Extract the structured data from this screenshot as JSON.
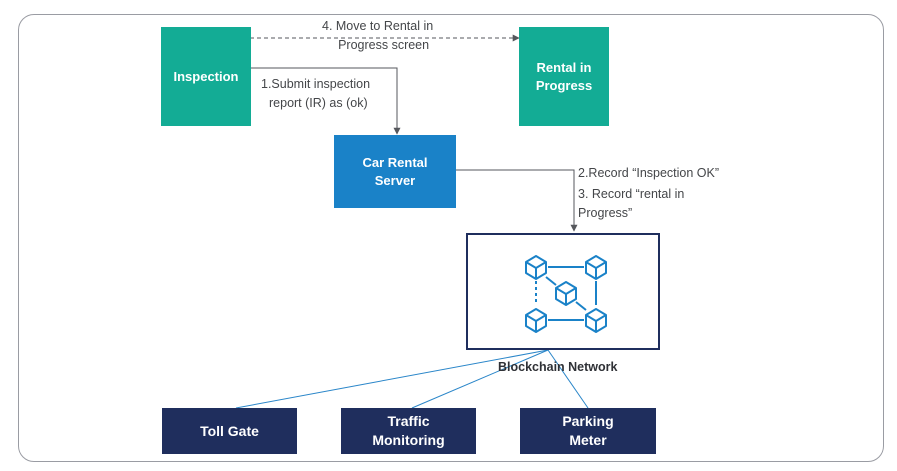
{
  "nodes": {
    "inspection": "Inspection",
    "rental_in_progress": [
      "Rental in",
      "Progress"
    ],
    "car_rental_server": [
      "Car Rental",
      "Server"
    ],
    "toll_gate": "Toll Gate",
    "traffic_monitoring": [
      "Traffic",
      "Monitoring"
    ],
    "parking_meter": [
      "Parking",
      "Meter"
    ],
    "blockchain_network": "Blockchain Network"
  },
  "edges": {
    "step4": [
      "4. Move to Rental in",
      "Progress screen"
    ],
    "step1": [
      "1.Submit inspection",
      "report (IR) as (ok)"
    ],
    "step2": "2.Record “Inspection OK”",
    "step3": [
      "3. Record “rental in",
      "Progress”"
    ]
  },
  "colors": {
    "teal": "#13ac95",
    "blue": "#1a82c8",
    "navy": "#1f2e5d",
    "icon": "#1a82c8"
  },
  "icons": {
    "blockchain": "blockchain-cubes-icon"
  }
}
